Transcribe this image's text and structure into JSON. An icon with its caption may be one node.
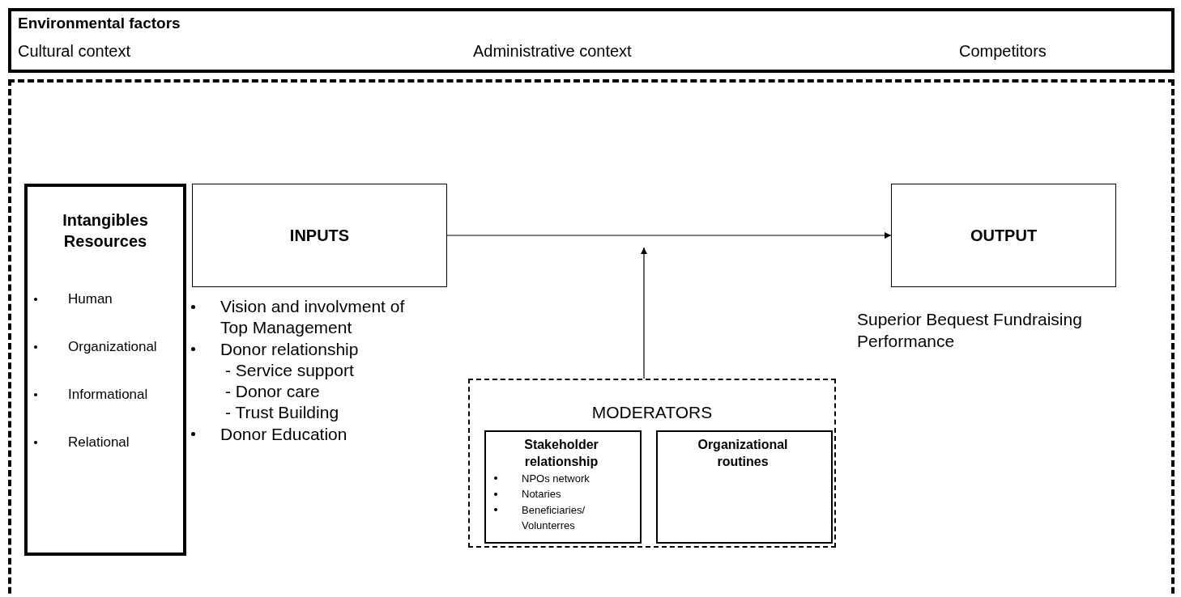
{
  "diagram": {
    "nodes": [
      {
        "text": [
          "Environmental factors",
          "Cultural context",
          "Administrative context",
          "Competitors"
        ]
      },
      {
        "text": [],
        "shape": "box"
      },
      {
        "text": [
          "Intangibles Resources",
          "Human",
          "Organizational",
          "Informational",
          "Relational"
        ],
        "in": 1
      },
      {
        "text": [
          "INPUTS"
        ],
        "in": 1,
        "beside": [
          "Vision and involvment of Top Management",
          "Donor relationship",
          "- Service support",
          "- Donor care",
          "- Trust Building",
          "Donor Education"
        ]
      },
      {
        "text": [
          "OUTPUT"
        ],
        "in": 1,
        "beside": [
          "Superior Bequest Fundraising Performance"
        ]
      },
      {
        "text": [
          "MODERATORS"
        ],
        "in": 1
      },
      {
        "text": [
          "Stakeholder relationship",
          "NPOs network",
          "Notaries",
          "Beneficiaries/ Volunterres"
        ],
        "in": 5
      },
      {
        "text": [
          "Organizational routines"
        ],
        "in": 5
      }
    ],
    "edges": [
      {
        "from": 3,
        "to": 4,
        "arrow": "to"
      },
      {
        "from": 5,
        "to": null,
        "arrow": "to"
      }
    ]
  }
}
